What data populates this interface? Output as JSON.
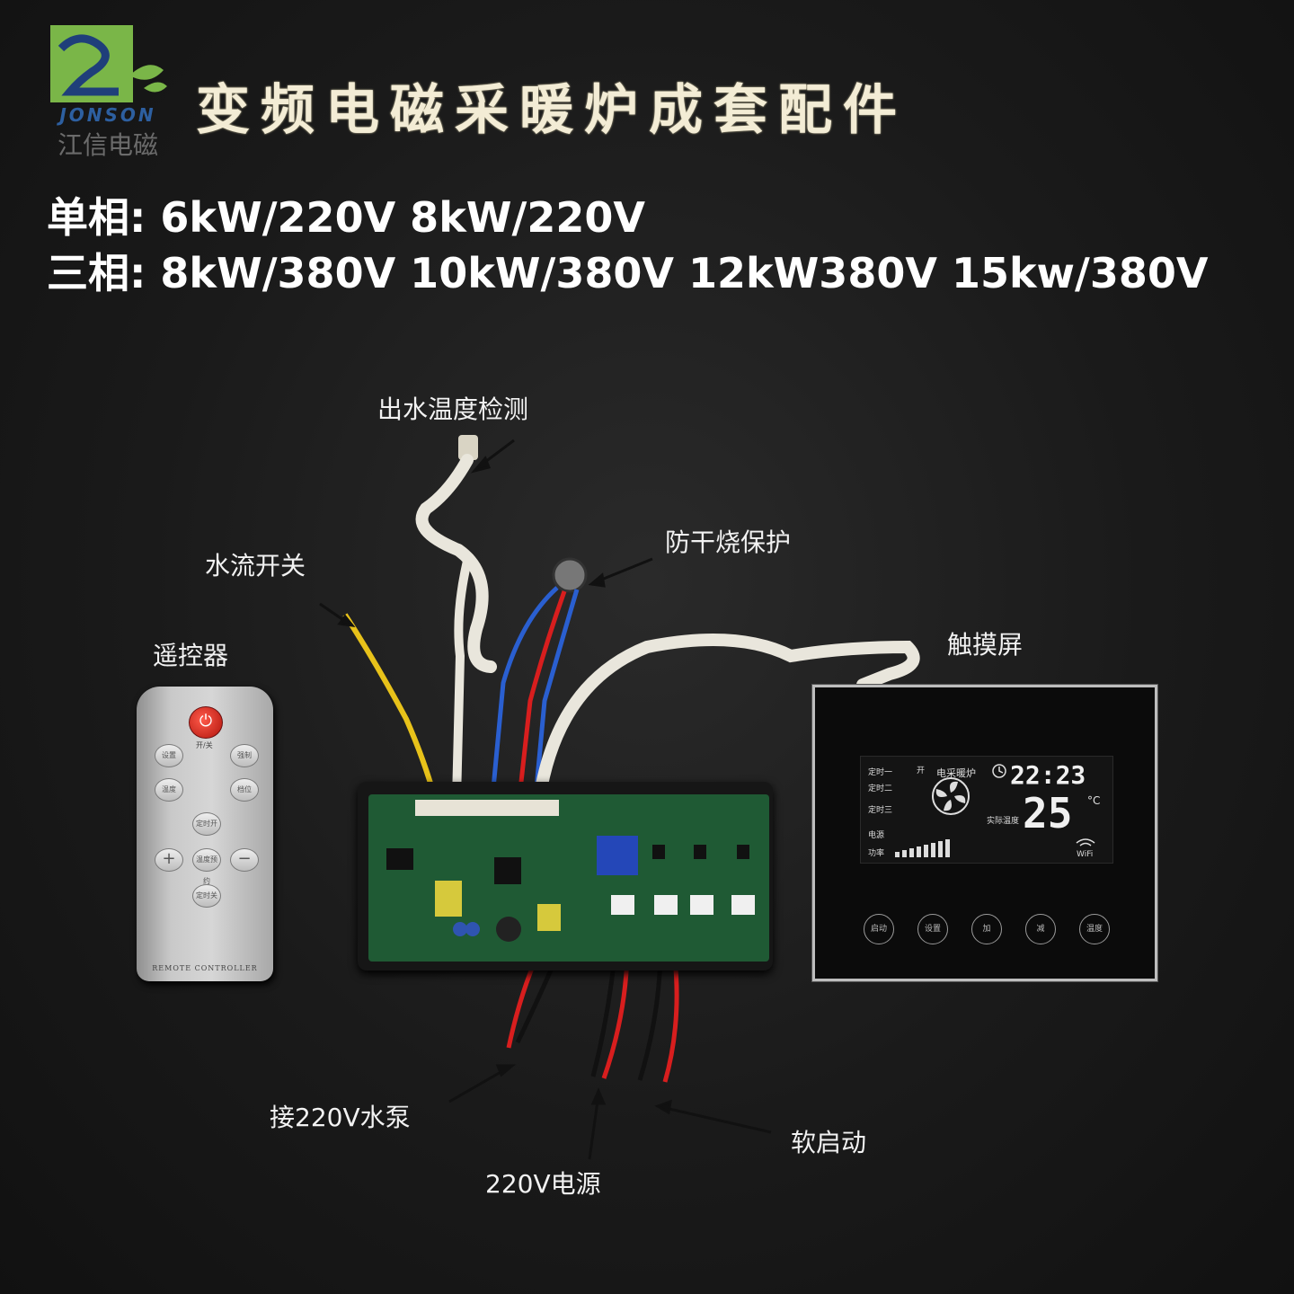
{
  "brand": {
    "name_en": "JONSON",
    "name_cn": "江信电磁"
  },
  "title": "变频电磁采暖炉成套配件",
  "specs": {
    "single_phase": "单相: 6kW/220V 8kW/220V",
    "three_phase": "三相: 8kW/380V 10kW/380V 12kW380V 15kw/380V"
  },
  "labels": {
    "outlet_temp": "出水温度检测",
    "dry_burn": "防干烧保护",
    "water_flow": "水流开关",
    "remote": "遥控器",
    "touchscreen": "触摸屏",
    "pump": "接220V水泵",
    "power": "220V电源",
    "soft_start": "软启动"
  },
  "remote": {
    "power_label": "开/关",
    "buttons": [
      "设置",
      "强制",
      "温度",
      "档位",
      "定时开",
      "+",
      "温度预约",
      "−",
      "定时关"
    ],
    "footer": "REMOTE CONTROLLER"
  },
  "panel": {
    "timer1": "定时一",
    "timer2": "定时二",
    "timer3": "定时三",
    "on": "开",
    "heater": "电采暖炉",
    "time": "22:23",
    "temp": "25",
    "unit": "°C",
    "actual_temp": "实际温度",
    "power": "电源",
    "power_level": "功率",
    "wifi": "WiFi",
    "buttons": [
      "启动",
      "设置",
      "加",
      "减",
      "温度"
    ]
  },
  "colors": {
    "title": "#f3ecd5",
    "pcb": "#1f5a34",
    "wire_red": "#d81e1e",
    "wire_yellow": "#e8c21a",
    "wire_blue": "#2a5fd0",
    "sleeve": "#e9e6dc"
  }
}
